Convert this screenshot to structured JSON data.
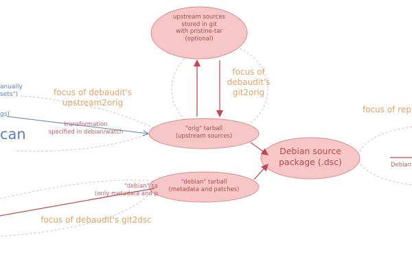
{
  "nodes": {
    "upstream": "upstream sources\nstored in git\nwith pristine-tar\n(optional)",
    "orig": "\"orig\" tarball\n(upstream sources)",
    "debian_tar": "\"debian\" tarball\n(metadata and patches)",
    "dsc": "Debian source\npackage (.dsc)"
  },
  "focus_labels": {
    "git2orig": "focus of\ndebaudit's\ngit2orig",
    "upstream2orig": "focus of debaudit's\nupstream2orig",
    "git2dsc": "focus of debaudit's git2dsc",
    "rep": "focus of rep"
  },
  "edge_labels": {
    "transformation": "transformation\nspecified in debian/watch",
    "debian_sa": "\"debian\" sa\n(only metadata and p",
    "debian_right": "Debian"
  },
  "left_texts": {
    "manually": "anually\nsets\")",
    "gs": "gs)",
    "can": "can"
  },
  "colors": {
    "node_fill": "#f7c6c6",
    "node_stroke": "#d98a8a",
    "arrow": "#c0494f",
    "focus": "#d9a46a",
    "blue": "#5a7fb5"
  }
}
